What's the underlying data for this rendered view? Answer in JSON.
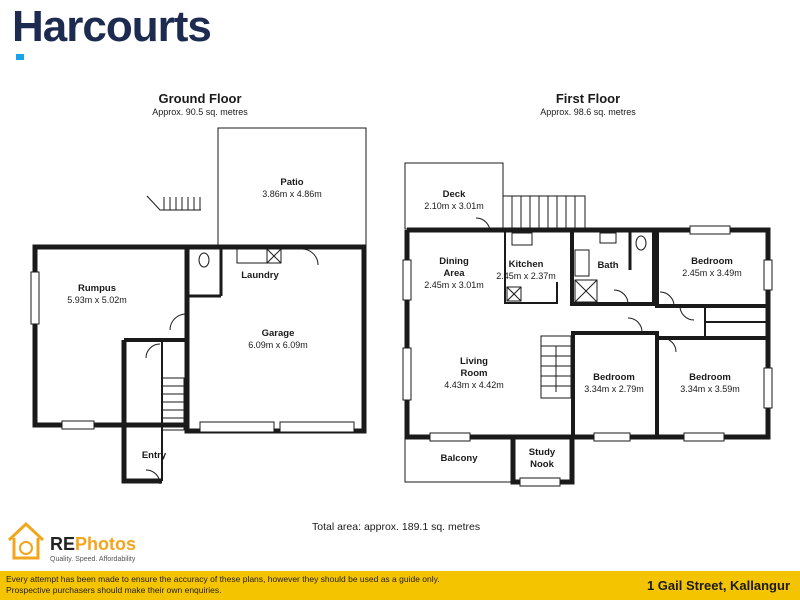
{
  "brand": {
    "name": "Harcourts"
  },
  "ground_floor": {
    "title": "Ground Floor",
    "area": "Approx. 90.5 sq. metres",
    "rooms": [
      {
        "name": "Patio",
        "dims": "3.86m x 4.86m"
      },
      {
        "name": "Rumpus",
        "dims": "5.93m x 5.02m"
      },
      {
        "name": "Laundry",
        "dims": ""
      },
      {
        "name": "Garage",
        "dims": "6.09m x 6.09m"
      },
      {
        "name": "Entry",
        "dims": ""
      }
    ]
  },
  "first_floor": {
    "title": "First Floor",
    "area": "Approx. 98.6 sq. metres",
    "rooms": [
      {
        "name": "Deck",
        "dims": "2.10m x 3.01m"
      },
      {
        "name": "Dining Area",
        "dims": "2.45m x 3.01m"
      },
      {
        "name": "Kitchen",
        "dims": "2.45m x 2.37m"
      },
      {
        "name": "Bath",
        "dims": ""
      },
      {
        "name": "Bedroom",
        "dims": "2.45m x 3.49m"
      },
      {
        "name": "Living Room",
        "dims": "4.43m x 4.42m"
      },
      {
        "name": "Bedroom",
        "dims": "3.34m x 2.79m"
      },
      {
        "name": "Bedroom",
        "dims": "3.34m x 3.59m"
      },
      {
        "name": "Balcony",
        "dims": ""
      },
      {
        "name": "Study Nook",
        "dims": ""
      }
    ]
  },
  "total_area": "Total area: approx. 189.1 sq. metres",
  "photographer": {
    "name_part1": "RE",
    "name_part2": "Photos",
    "tagline": "Quality. Speed. Affordability"
  },
  "footer": {
    "disclaimer": "Every attempt has been made to ensure the accuracy of these plans, however they should be used as a guide only. Prospective purchasers should make their own enquiries.",
    "address": "1 Gail Street, Kallangur"
  },
  "colors": {
    "brand_navy": "#1c2b4f",
    "brand_blue": "#1aa3e8",
    "footer_yellow": "#f5c400",
    "wall": "#1a1a1a"
  }
}
